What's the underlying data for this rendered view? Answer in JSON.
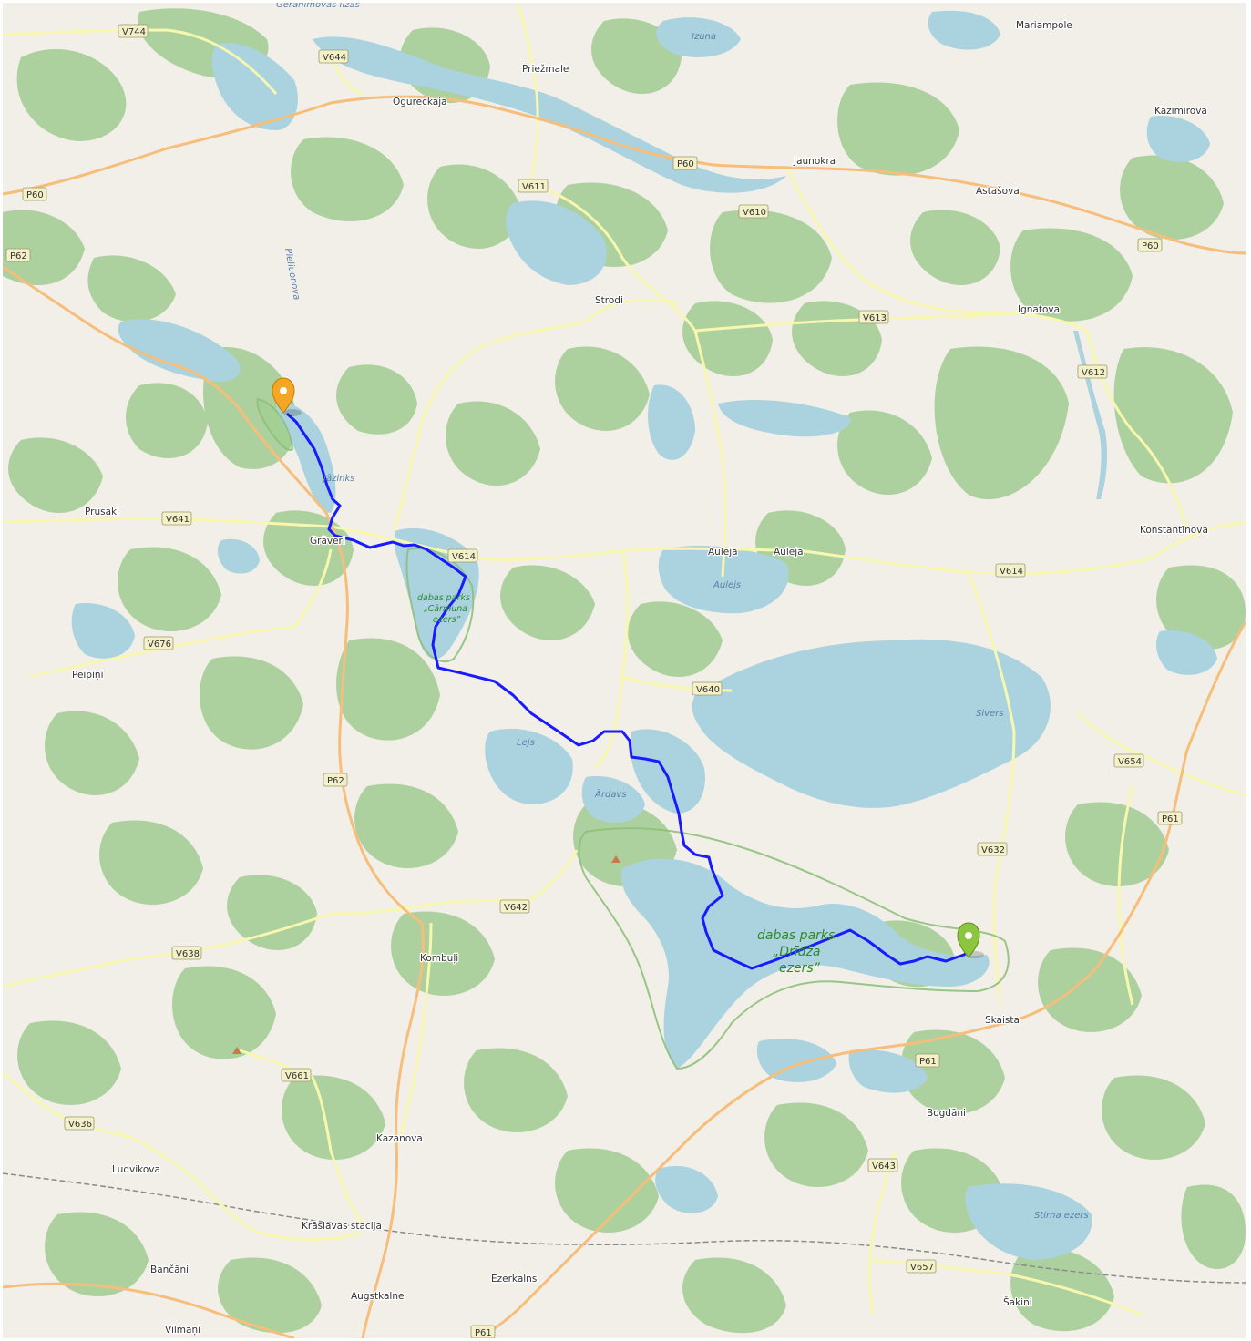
{
  "map": {
    "colors": {
      "land": "#f2efe9",
      "forest": "#add19e",
      "water": "#aad3df",
      "minor_road": "#f7f7b0",
      "main_road": "#f6be7a",
      "route": "#1a1aff",
      "start_marker": "#f5a623",
      "end_marker": "#8cc63f",
      "railway": "#8a8a8a"
    },
    "places": [
      {
        "id": "mariampole",
        "label": "Mariampole"
      },
      {
        "id": "kazimirova",
        "label": "Kazimirova"
      },
      {
        "id": "priezmale",
        "label": "Priežmale"
      },
      {
        "id": "oguereckaja",
        "label": "Ogureckaja"
      },
      {
        "id": "jaunokra",
        "label": "Jaunokra"
      },
      {
        "id": "astasova",
        "label": "Astašova"
      },
      {
        "id": "strodi",
        "label": "Strodi"
      },
      {
        "id": "ignatova",
        "label": "Ignatova"
      },
      {
        "id": "prusaki",
        "label": "Prusaki"
      },
      {
        "id": "graveri",
        "label": "Grāveri"
      },
      {
        "id": "auleja1",
        "label": "Auleja"
      },
      {
        "id": "auleja2",
        "label": "Auleja"
      },
      {
        "id": "konstantinova",
        "label": "Konstantīnova"
      },
      {
        "id": "peipini",
        "label": "Peipiņi"
      },
      {
        "id": "kombuli",
        "label": "Kombuļi"
      },
      {
        "id": "skaista",
        "label": "Skaista"
      },
      {
        "id": "bogdani",
        "label": "Bogdāni"
      },
      {
        "id": "kazanova",
        "label": "Kazanova"
      },
      {
        "id": "ludvikova",
        "label": "Ludvikova"
      },
      {
        "id": "kraslavas_stacija",
        "label": "Krāslavas stacija"
      },
      {
        "id": "bancani",
        "label": "Bančāni"
      },
      {
        "id": "augstkalne",
        "label": "Augstkalne"
      },
      {
        "id": "ezerkalns",
        "label": "Ezerkalns"
      },
      {
        "id": "sakini",
        "label": "Šakini"
      },
      {
        "id": "vilmani",
        "label": "Vilmaņi"
      }
    ],
    "water_labels": [
      {
        "id": "izuna",
        "label": "Izuna"
      },
      {
        "id": "auleja_lake",
        "label": "Aulejs"
      },
      {
        "id": "sivers",
        "label": "Sivers"
      },
      {
        "id": "lejs",
        "label": "Lejs"
      },
      {
        "id": "ardavs",
        "label": "Ārdavs"
      },
      {
        "id": "jazinks",
        "label": "Jāzinks"
      },
      {
        "id": "stirna",
        "label": "Stirna ezers"
      },
      {
        "id": "geranimovas",
        "label": "Geranimovas Ilzas"
      },
      {
        "id": "pieliuonova",
        "label": "Pieliuonova"
      }
    ],
    "park_labels": [
      {
        "id": "carmuna",
        "lines": [
          "dabas parks",
          "„Cārmuna",
          "ezers”"
        ]
      },
      {
        "id": "driza",
        "lines": [
          "dabas parks",
          "„Drīdža",
          "ezers”"
        ]
      }
    ],
    "road_shields": [
      {
        "id": "v744",
        "label": "V744"
      },
      {
        "id": "v644",
        "label": "V644"
      },
      {
        "id": "p60a",
        "label": "P60"
      },
      {
        "id": "p60b",
        "label": "P60"
      },
      {
        "id": "p60c",
        "label": "P60"
      },
      {
        "id": "v611",
        "label": "V611"
      },
      {
        "id": "v610",
        "label": "V610"
      },
      {
        "id": "p62a",
        "label": "P62"
      },
      {
        "id": "v613",
        "label": "V613"
      },
      {
        "id": "v612",
        "label": "V612"
      },
      {
        "id": "v641",
        "label": "V641"
      },
      {
        "id": "v614a",
        "label": "V614"
      },
      {
        "id": "v614b",
        "label": "V614"
      },
      {
        "id": "v676",
        "label": "V676"
      },
      {
        "id": "v640",
        "label": "V640"
      },
      {
        "id": "v654",
        "label": "V654"
      },
      {
        "id": "p62b",
        "label": "P62"
      },
      {
        "id": "p61a",
        "label": "P61"
      },
      {
        "id": "v632",
        "label": "V632"
      },
      {
        "id": "v642",
        "label": "V642"
      },
      {
        "id": "v638",
        "label": "V638"
      },
      {
        "id": "v661",
        "label": "V661"
      },
      {
        "id": "p61b",
        "label": "P61"
      },
      {
        "id": "v636",
        "label": "V636"
      },
      {
        "id": "v643",
        "label": "V643"
      },
      {
        "id": "v657",
        "label": "V657"
      },
      {
        "id": "p61c",
        "label": "P61"
      }
    ],
    "route": {
      "start_marker": "start-pin-icon",
      "end_marker": "end-pin-icon"
    }
  }
}
